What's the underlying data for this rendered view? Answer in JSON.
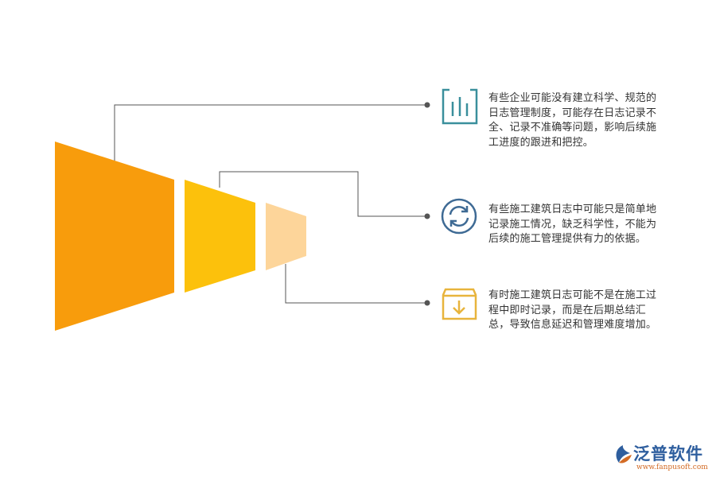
{
  "items": [
    {
      "text": "有些企业可能没有建立科学、规范的日志管理制度，可能存在日志记录不全、记录不准确等问题，影响后续施工进度的跟进和把控。",
      "icon": "bar-chart-icon",
      "color": "#3a8f9c"
    },
    {
      "text": "有些施工建筑日志中可能只是简单地记录施工情况，缺乏科学性，不能为后续的施工管理提供有力的依据。",
      "icon": "refresh-icon",
      "color": "#3e6a94"
    },
    {
      "text": "有时施工建筑日志可能不是在施工过程中即时记录，而是在后期总结汇总，导致信息延迟和管理难度增加。",
      "icon": "download-box-icon",
      "color": "#e8b43c"
    }
  ],
  "colors": {
    "funnel_large": "#f89c0c",
    "funnel_medium": "#fcc10c",
    "funnel_small": "#fdd59a",
    "connector": "#555555"
  },
  "brand": {
    "name": "泛普软件",
    "url": "www.fanpusoft.com"
  }
}
